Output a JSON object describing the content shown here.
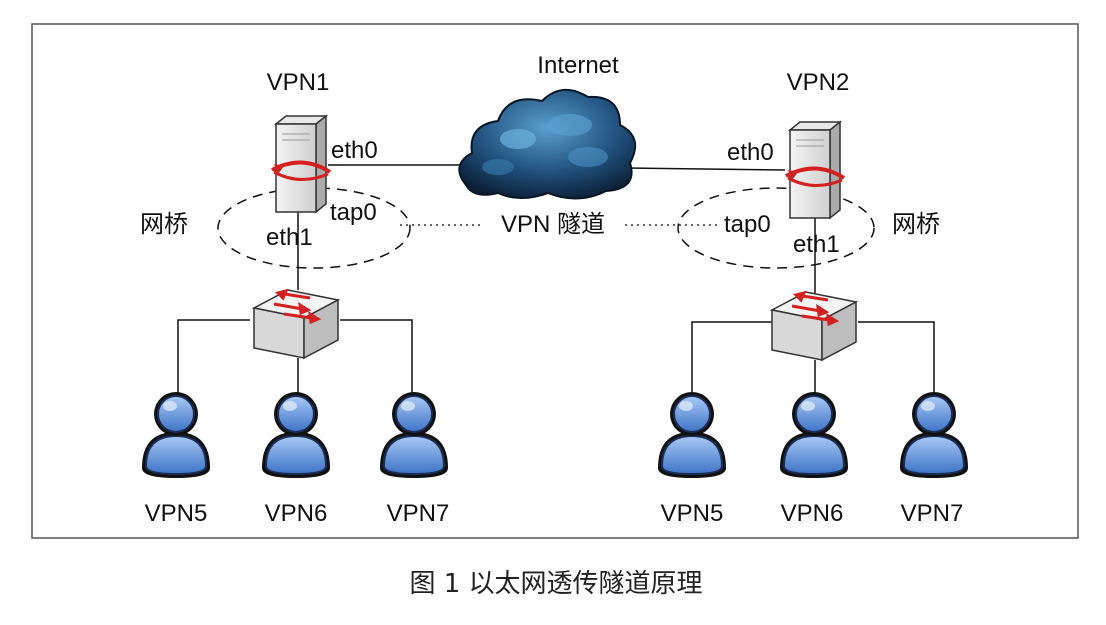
{
  "labels": {
    "internet": "Internet",
    "tunnel": "VPN 隧道",
    "left": {
      "server": "VPN1",
      "eth0": "eth0",
      "eth1": "eth1",
      "tap0": "tap0",
      "bridge": "网桥"
    },
    "right": {
      "server": "VPN2",
      "eth0": "eth0",
      "eth1": "eth1",
      "tap0": "tap0",
      "bridge": "网桥"
    }
  },
  "clients": {
    "left": [
      "VPN5",
      "VPN6",
      "VPN7"
    ],
    "right": [
      "VPN5",
      "VPN6",
      "VPN7"
    ]
  },
  "caption": "图 1  以太网透传隧道原理",
  "icons": {
    "server": "server-icon",
    "switch": "switch-icon",
    "cloud": "cloud-icon",
    "user": "user-icon"
  },
  "colors": {
    "frame": "#555555",
    "line": "#111111",
    "arrow_red": "#d62020",
    "cloud_dark": "#0f2a45",
    "cloud_light": "#3f86b8",
    "user_blue": "#4f86d8"
  }
}
